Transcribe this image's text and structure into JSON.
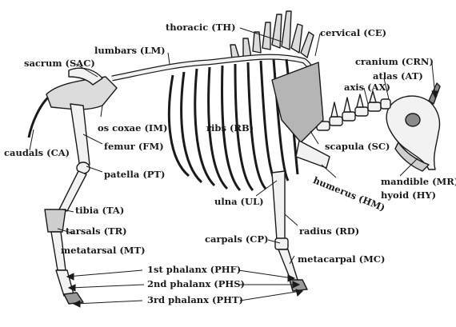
{
  "labels": {
    "thoracic": "thoracic (TH)",
    "cervical": "cervical (CE)",
    "lumbars": "lumbars (LM)",
    "sacrum": "sacrum (SAC)",
    "cranium": "cranium (CRN)",
    "atlas": "atlas (AT)",
    "axis": "axis (AX)",
    "os_coxae": "os coxae (IM)",
    "ribs": "ribs (RB)",
    "caudals": "caudals (CA)",
    "femur": "femur (FM)",
    "scapula": "scapula (SC)",
    "patella": "patella (PT)",
    "mandible": "mandible (MR)",
    "hyoid": "hyoid (HY)",
    "humerus": "humerus (HM)",
    "ulna": "ulna (UL)",
    "tibia": "tibia (TA)",
    "tarsals": "tarsals (TR)",
    "radius": "radius (RD)",
    "carpals": "carpals (CP)",
    "metatarsal": "metatarsal (MT)",
    "metacarpal": "metacarpal (MC)",
    "phalanx1": "1st  phalanx (PHF)",
    "phalanx2": "2nd  phalanx (PHS)",
    "phalanx3": "3rd  phalanx (PHT)"
  },
  "colors": {
    "ink": "#1a1a1a",
    "bone_fill": "#f2f2f2",
    "bone_shade": "#9a9a9a"
  }
}
